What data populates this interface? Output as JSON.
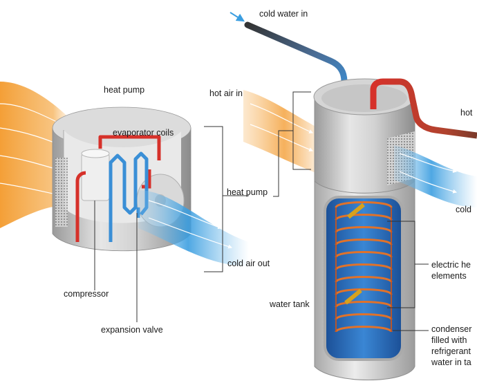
{
  "labels": {
    "cold_water_in": "cold water in",
    "heat_pump_title": "heat pump",
    "evaporator_coils": "evaporator coils",
    "hot_air_in": "hot air in",
    "hot_water_out": "hot",
    "heat_pump_bracket": "heat pump",
    "cold_air_out_left": "cold air out",
    "cold_air_out_right": "cold",
    "compressor": "compressor",
    "expansion_valve": "expansion valve",
    "water_tank": "water tank",
    "electric_heating_line1": "electric he",
    "electric_heating_line2": "elements",
    "condenser_line1": "condenser",
    "condenser_line2": "filled with",
    "condenser_line3": "refrigerant",
    "condenser_line4": "water in ta"
  },
  "colors": {
    "hot_air": "#f4a340",
    "cold_air": "#3b9ee0",
    "hot_pipe": "#d6312a",
    "cold_pipe": "#3a8fd6",
    "coil_copper": "#e0722a",
    "tank_inner": "#2c6fc0",
    "metal": "#c9c9c9"
  }
}
